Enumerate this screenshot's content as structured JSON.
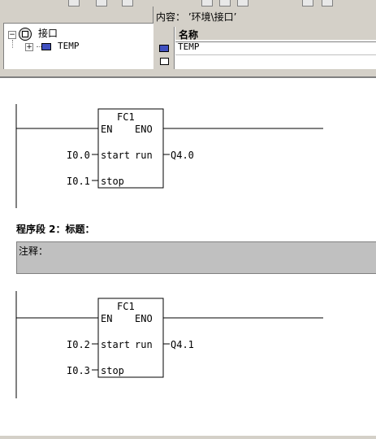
{
  "interface_pane": {
    "content_title": "内容： ’环境\\接口’",
    "tree": {
      "root_label": "接口",
      "child_label": "TEMP"
    },
    "table": {
      "header_name": "名称",
      "rows": [
        "TEMP"
      ]
    }
  },
  "network1": {
    "block_name": "FC1",
    "en_label": "EN",
    "eno_label": "ENO",
    "input1_pin": "start",
    "input2_pin": "stop",
    "output_pin": "run",
    "input1_addr": "I0.0",
    "input2_addr": "I0.1",
    "output_addr": "Q4.0"
  },
  "network2": {
    "heading": "程序段 2：标题：",
    "comment_label": "注释：",
    "block_name": "FC1",
    "en_label": "EN",
    "eno_label": "ENO",
    "input1_pin": "start",
    "input2_pin": "stop",
    "output_pin": "run",
    "input1_addr": "I0.2",
    "input2_addr": "I0.3",
    "output_addr": "Q4.1"
  }
}
